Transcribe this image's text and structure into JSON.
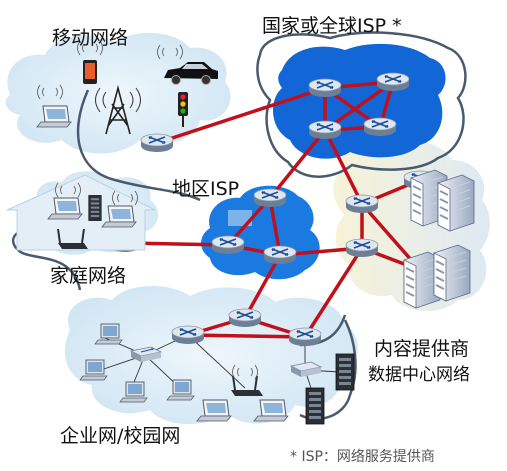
{
  "labels": {
    "mobile": "移动网络",
    "global_isp": "国家或全球ISP *",
    "regional_isp": "地区ISP",
    "home": "家庭网络",
    "content_provider": "内容提供商",
    "datacenter": "数据中心网络",
    "enterprise": "企业网/校园网",
    "footnote": "* ISP：网络服务提供商"
  },
  "colors": {
    "link": "#c0101c",
    "isp_blue": "#1366d6",
    "region_blue": "#1b7ae0",
    "cloud": "#d9ecf7",
    "boundary": "#4a5a6e",
    "router_top": "#dfe6ee"
  },
  "icons": [
    "router-icon",
    "phone-icon",
    "car-icon",
    "traffic-light-icon",
    "cell-tower-icon",
    "laptop-icon",
    "server-rack-icon",
    "desktop-icon",
    "wireless-ap-icon",
    "switch-icon",
    "house-icon"
  ]
}
